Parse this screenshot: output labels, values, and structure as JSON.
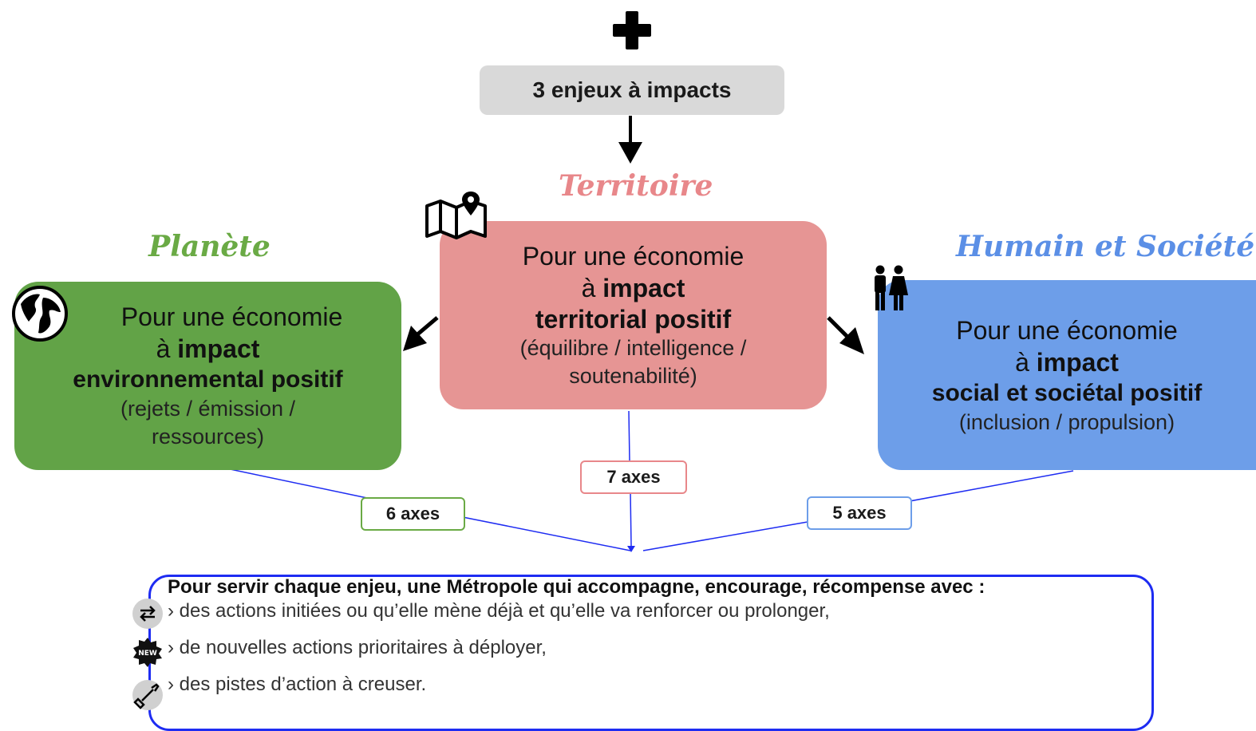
{
  "header": {
    "label": "3 enjeux à impacts"
  },
  "titles": {
    "territoire": "Territoire",
    "planete": "Planète",
    "humain": "Humain et Société"
  },
  "cards": {
    "planete": {
      "line1": "Pour une économie",
      "line2_prefix": "à ",
      "line2_bold": "impact",
      "line3": "environnemental positif",
      "line4": "(rejets / émission /",
      "line5": "ressources)"
    },
    "territoire": {
      "line1": "Pour une économie",
      "line2_prefix": "à ",
      "line2_bold": "impact",
      "line3": "territorial positif",
      "line4": "(équilibre / intelligence /",
      "line5": "soutenabilité)"
    },
    "humain": {
      "line1": "Pour une économie",
      "line2_prefix": "à ",
      "line2_bold": "impact",
      "line3": "social et sociétal positif",
      "line4": "(inclusion / propulsion)"
    }
  },
  "axes": {
    "planete": "6 axes",
    "territoire": "7 axes",
    "humain": "5 axes"
  },
  "bottom": {
    "title": "Pour servir chaque enjeu, une Métropole qui accompagne, encourage, récompense avec :",
    "items": [
      {
        "text": "› des actions initiées ou qu’elle mène déjà et qu’elle va renforcer ou prolonger,",
        "icon": "sync-arrows-icon"
      },
      {
        "text": "› de nouvelles actions prioritaires à déployer,",
        "icon": "new-badge-icon"
      },
      {
        "text": "› des pistes d’action à creuser.",
        "icon": "shovel-icon"
      }
    ]
  },
  "colors": {
    "planete": "#62a347",
    "territoire": "#e69594",
    "humain": "#6d9ee9",
    "connector": "#1e2cf2",
    "header_bg": "#d9d9d9"
  }
}
